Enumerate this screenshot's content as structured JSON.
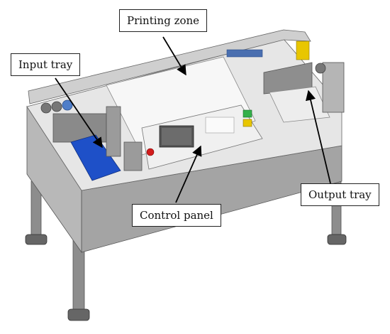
{
  "labels": {
    "printing_zone": "Printing zone",
    "input_tray": "Input tray",
    "output_tray": "Output tray",
    "control_panel": "Control panel"
  },
  "colors": {
    "frame_gray": "#9a9a9a",
    "top_white": "#f2f2f2",
    "tray_blue": "#1e50c8",
    "stop_button": "#d21c1c",
    "indicator_green": "#34b04a",
    "indicator_yellow": "#e8c600",
    "arrow": "#000000"
  }
}
